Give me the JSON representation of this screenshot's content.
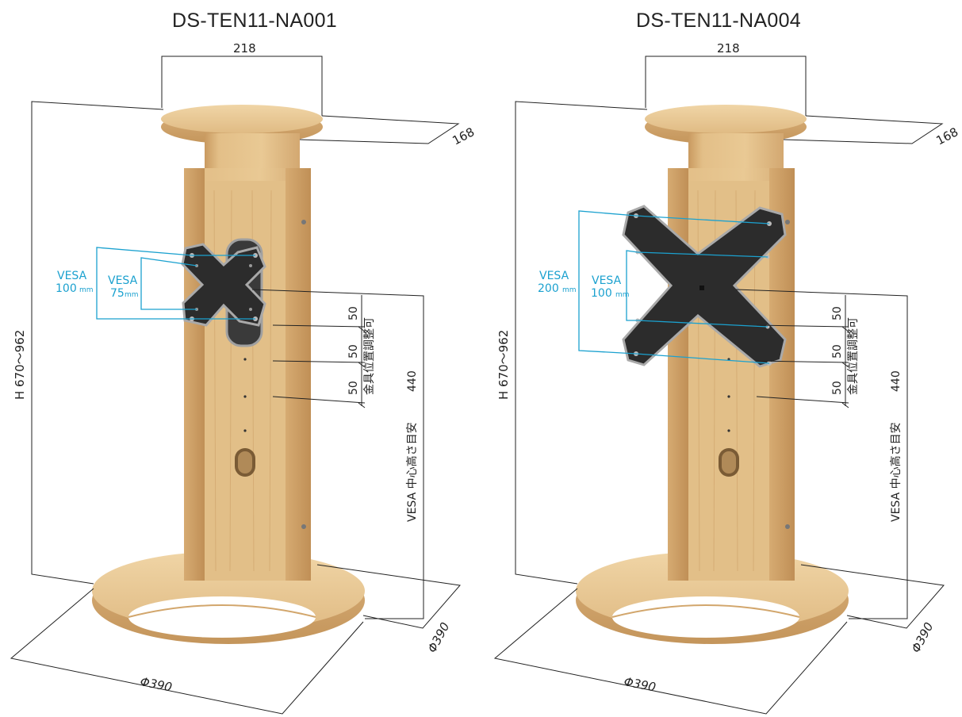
{
  "models": [
    {
      "name": "DS-TEN11-NA001",
      "top_width": "218",
      "top_depth": "168",
      "height": "H 670～962",
      "base_diameter_front": "Φ390",
      "base_diameter_side": "Φ390",
      "vesa_outer_label": "VESA",
      "vesa_outer_value": "100",
      "vesa_inner_label": "VESA",
      "vesa_inner_value": "75",
      "unit": "mm",
      "step_1": "50",
      "step_2": "50",
      "step_3": "50",
      "adjust_label": "金具位置調整可",
      "center_height_value": "440",
      "center_height_label": "VESA 中心高さ目安"
    },
    {
      "name": "DS-TEN11-NA004",
      "top_width": "218",
      "top_depth": "168",
      "height": "H 670～962",
      "base_diameter_front": "Φ390",
      "base_diameter_side": "Φ390",
      "vesa_outer_label": "VESA",
      "vesa_outer_value": "200",
      "vesa_inner_label": "VESA",
      "vesa_inner_value": "100",
      "unit": "mm",
      "step_1": "50",
      "step_2": "50",
      "step_3": "50",
      "adjust_label": "金具位置調整可",
      "center_height_value": "440",
      "center_height_label": "VESA 中心高さ目安"
    }
  ],
  "colors": {
    "wood_light": "#e8c795",
    "wood_mid": "#d8b079",
    "wood_dark": "#c39359",
    "plate": "#2b2b2b",
    "plate_edge": "#9a9a9a",
    "vesa_line": "#1ba1cf",
    "dimension_line": "#222222"
  }
}
